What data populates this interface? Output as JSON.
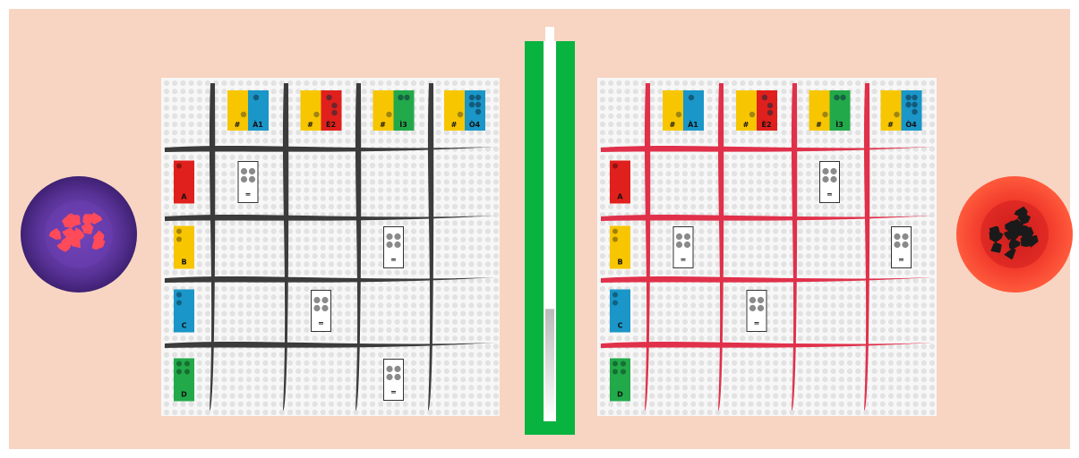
{
  "colors": {
    "background": "#f7d5c2",
    "board": "#f7f7f7",
    "peg_hole": "#e2e2e2",
    "left_grid_line": "#3b3b3b",
    "right_grid_line": "#e0304a",
    "yellow": "#f7c600",
    "blue": "#1a96c8",
    "red": "#e0201c",
    "green": "#22a94a",
    "tray_green": "#08b33f",
    "left_bowl": "#5a3399",
    "right_bowl": "#f23c2c"
  },
  "header_cards": [
    {
      "left_label": "#",
      "right_label": "À1",
      "right_color": "blue"
    },
    {
      "left_label": "#",
      "right_label": "È2",
      "right_color": "red"
    },
    {
      "left_label": "#",
      "right_label": "Ì3",
      "right_color": "green"
    },
    {
      "left_label": "#",
      "right_label": "Ò4",
      "right_color": "blue"
    }
  ],
  "row_cards": [
    {
      "label": "A",
      "color": "red"
    },
    {
      "label": "B",
      "color": "yellow"
    },
    {
      "label": "C",
      "color": "blue"
    },
    {
      "label": "D",
      "color": "green"
    }
  ],
  "tile_label": "=",
  "left_board": {
    "tiles": [
      {
        "row": 0,
        "col": 0
      },
      {
        "row": 1,
        "col": 2
      },
      {
        "row": 2,
        "col": 1
      },
      {
        "row": 3,
        "col": 2
      }
    ]
  },
  "right_board": {
    "tiles": [
      {
        "row": 0,
        "col": 2
      },
      {
        "row": 1,
        "col": 0
      },
      {
        "row": 1,
        "col": 3
      },
      {
        "row": 2,
        "col": 1
      }
    ]
  },
  "score_meter": {
    "fill_fraction": 0.28
  },
  "icons": {
    "left_bowl": "red-pieces-bowl-icon",
    "right_bowl": "black-pieces-bowl-icon"
  }
}
